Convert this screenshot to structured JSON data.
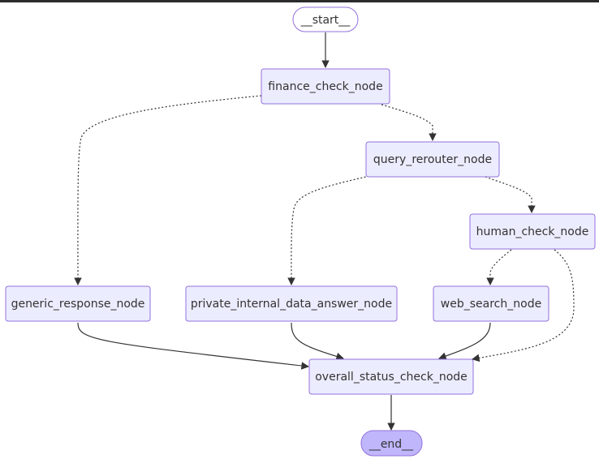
{
  "colors": {
    "node_fill": "#ECECFF",
    "node_stroke": "#9370DB",
    "end_fill": "#BFB6FC",
    "edge": "#333333",
    "text": "#333333"
  },
  "nodes": {
    "start": "__start__",
    "finance_check": "finance_check_node",
    "query_rerouter": "query_rerouter_node",
    "human_check": "human_check_node",
    "generic_response": "generic_response_node",
    "private_internal_data_answer": "private_internal_data_answer_node",
    "web_search": "web_search_node",
    "overall_status_check": "overall_status_check_node",
    "end": "__end__"
  },
  "edges": [
    {
      "from": "__start__",
      "to": "finance_check_node",
      "style": "solid"
    },
    {
      "from": "finance_check_node",
      "to": "generic_response_node",
      "style": "dotted"
    },
    {
      "from": "finance_check_node",
      "to": "query_rerouter_node",
      "style": "dotted"
    },
    {
      "from": "query_rerouter_node",
      "to": "private_internal_data_answer_node",
      "style": "dotted"
    },
    {
      "from": "query_rerouter_node",
      "to": "human_check_node",
      "style": "dotted"
    },
    {
      "from": "human_check_node",
      "to": "web_search_node",
      "style": "dotted"
    },
    {
      "from": "human_check_node",
      "to": "overall_status_check_node",
      "style": "dotted"
    },
    {
      "from": "generic_response_node",
      "to": "overall_status_check_node",
      "style": "solid"
    },
    {
      "from": "private_internal_data_answer_node",
      "to": "overall_status_check_node",
      "style": "solid"
    },
    {
      "from": "web_search_node",
      "to": "overall_status_check_node",
      "style": "solid"
    },
    {
      "from": "overall_status_check_node",
      "to": "__end__",
      "style": "solid"
    }
  ]
}
